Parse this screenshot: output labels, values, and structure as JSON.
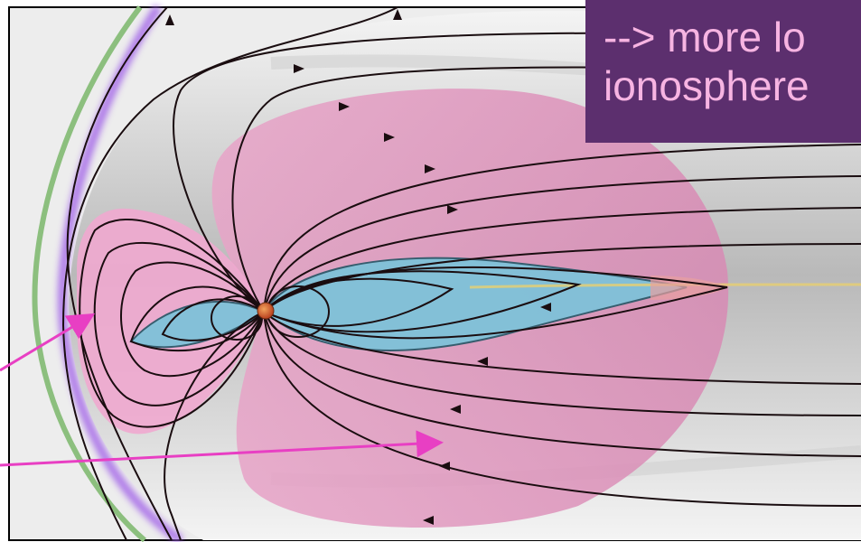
{
  "banner": {
    "line1": "--> more lo",
    "line2": "ionosphere"
  },
  "colors": {
    "banner_background": "#5c2f6e",
    "banner_text": "#f7b4e2",
    "plasma_sheet_region": "#e9a3c6",
    "inner_lobe_region": "#7fc2d9",
    "magnetopause_outer": "#8cbf7e",
    "magnetopause_inner": "#a060e8",
    "field_lines": "#1a0d10",
    "arrows": "#e83fc3",
    "planet": "#c8582e"
  },
  "icons": [
    "direction-arrow",
    "planet-marker"
  ]
}
